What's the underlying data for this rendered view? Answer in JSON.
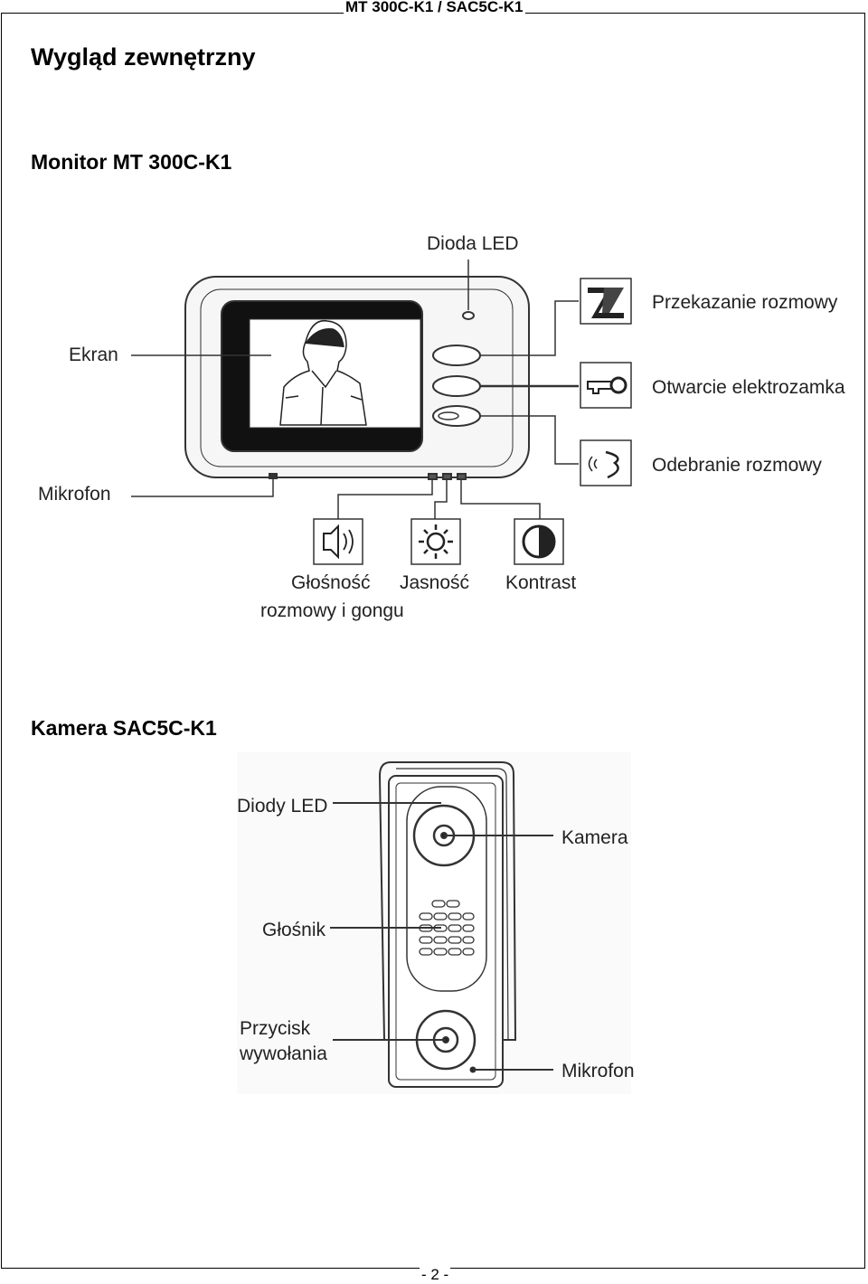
{
  "header": {
    "model_code": "MT 300C-K1 / SAC5C-K1"
  },
  "section_title": "Wygląd zewnętrzny",
  "monitor": {
    "title": "Monitor MT 300C-K1",
    "labels": {
      "led": "Dioda LED",
      "screen": "Ekran",
      "mic": "Mikrofon",
      "transfer": "Przekazanie rozmowy",
      "unlock": "Otwarcie elektrozamka",
      "answer": "Odebranie rozmowy",
      "volume_line1": "Głośność",
      "volume_line2": "rozmowy i gongu",
      "brightness": "Jasność",
      "contrast": "Kontrast"
    },
    "icons": [
      "transfer-icon",
      "key-icon",
      "talk-icon",
      "speaker-icon",
      "sun-icon",
      "contrast-icon"
    ]
  },
  "camera": {
    "title": "Kamera SAC5C-K1",
    "labels": {
      "leds": "Diody LED",
      "camera": "Kamera",
      "speaker": "Głośnik",
      "button_line1": "Przycisk",
      "button_line2": "wywołania",
      "mic": "Mikrofon"
    }
  },
  "footer": {
    "page": "- 2 -"
  }
}
